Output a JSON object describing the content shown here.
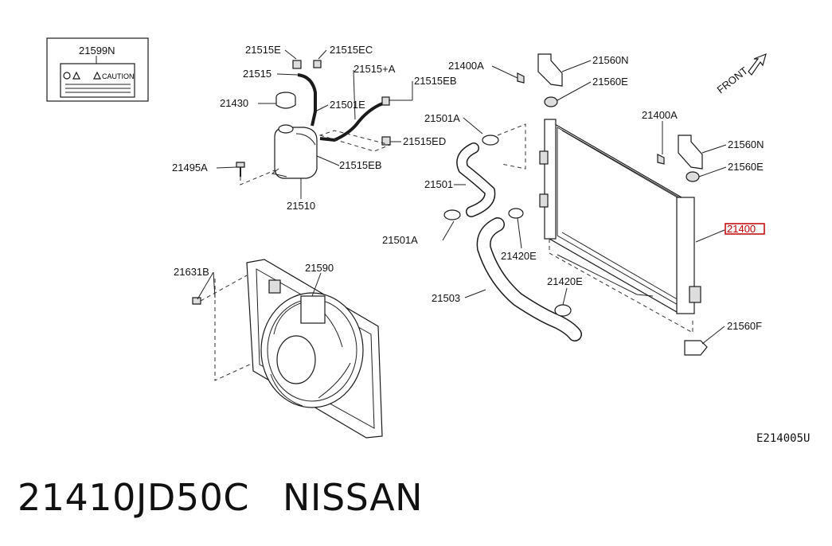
{
  "labels": {
    "l21599N": "21599N",
    "caution": "CAUTION",
    "l21515E": "21515E",
    "l21515EC": "21515EC",
    "l21515": "21515",
    "l21515A": "21515+A",
    "l21515EB_top": "21515EB",
    "l21430": "21430",
    "l21501E": "21501E",
    "l21515ED": "21515ED",
    "l21495A": "21495A",
    "l21515EB_bot": "21515EB",
    "l21510": "21510",
    "l21400A_top": "21400A",
    "l21560N_top": "21560N",
    "l21560E_top": "21560E",
    "l21501A_top": "21501A",
    "l21501": "21501",
    "l21501A_bot": "21501A",
    "l21400A_right": "21400A",
    "l21560N_right": "21560N",
    "l21560E_right": "21560E",
    "l21400": "21400",
    "l21420E_a": "21420E",
    "l21420E_b": "21420E",
    "l21503": "21503",
    "l21560F": "21560F",
    "l21631B": "21631B",
    "l21590": "21590",
    "front": "FRONT"
  },
  "diagram_code": "E214005U",
  "footer": {
    "part_number": "21410JD50C",
    "brand": "NISSAN"
  },
  "highlight_color": "#c00000"
}
